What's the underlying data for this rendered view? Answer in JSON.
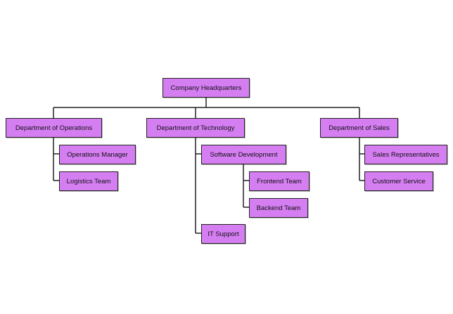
{
  "colors": {
    "node_fill": "#d57ef2",
    "node_border": "#222222",
    "connector": "#222222",
    "background": "#ffffff"
  },
  "org_chart": {
    "root": "Company Headquarters",
    "departments": [
      {
        "label": "Department of Operations",
        "children": [
          "Operations Manager",
          "Logistics Team"
        ]
      },
      {
        "label": "Department of Technology",
        "children": [
          "Software Development",
          "IT Support"
        ],
        "software_children": [
          "Frontend Team",
          "Backend Team"
        ]
      },
      {
        "label": "Department of Sales",
        "children": [
          "Sales Representatives",
          "Customer Service"
        ]
      }
    ]
  }
}
